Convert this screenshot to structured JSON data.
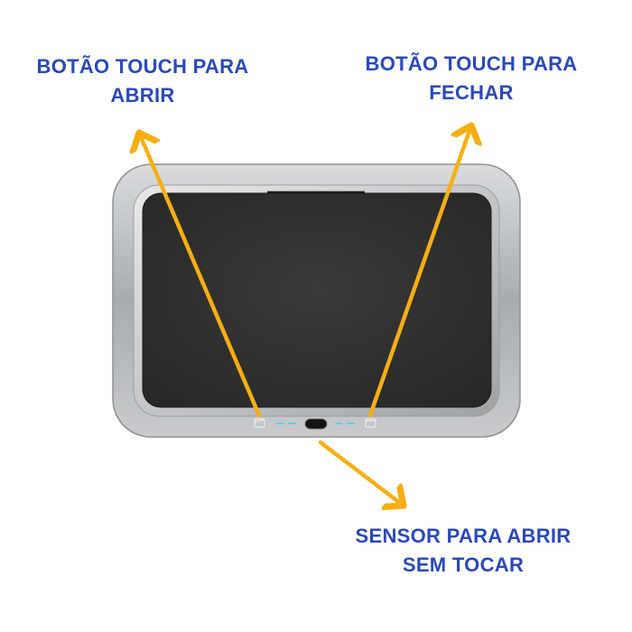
{
  "labels": {
    "open_button": {
      "line1": "BOTÃO TOUCH PARA",
      "line2": "ABRIR"
    },
    "close_button": {
      "line1": "BOTÃO TOUCH PARA",
      "line2": "FECHAR"
    },
    "sensor": {
      "line1": "SENSOR PARA ABRIR",
      "line2": "SEM TOCAR"
    }
  },
  "colors": {
    "label_text": "#2a49b8",
    "arrow": "#f7ae14",
    "lid_frame": "#b9bcbf",
    "lid_panel": "#2e2e2e",
    "indicator_lights": "#3fd6e6"
  },
  "icons": {
    "open_button": "open-lid-icon",
    "close_button": "close-lid-icon",
    "sensor": "motion-sensor-icon"
  }
}
